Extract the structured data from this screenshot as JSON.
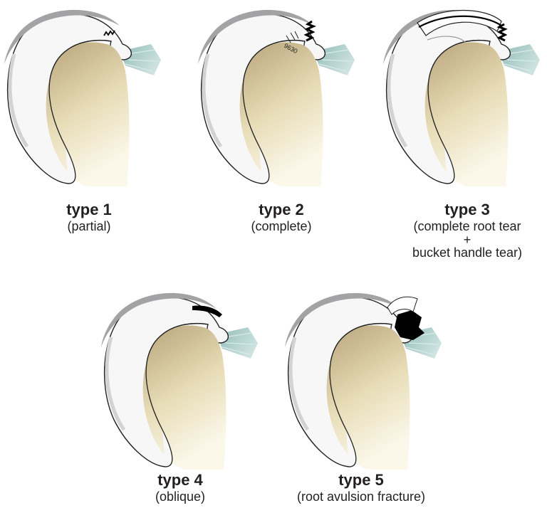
{
  "colors": {
    "meniscus_fill": "#f7f7f8",
    "meniscus_rim": "#9c9c9f",
    "tibia_dark": "#b7a37a",
    "tibia_light": "#fbf8ea",
    "ligament": "#a9cdc9",
    "tear_ink": "#000000"
  },
  "panels": [
    {
      "id": "type1",
      "title": "type 1",
      "subtitle_lines": [
        "(partial)"
      ]
    },
    {
      "id": "type2",
      "title": "type 2",
      "subtitle_lines": [
        "(complete)"
      ],
      "ruler_text": "9630"
    },
    {
      "id": "type3",
      "title": "type 3",
      "subtitle_lines": [
        "(complete root tear",
        "+",
        "bucket handle tear)"
      ]
    },
    {
      "id": "type4",
      "title": "type 4",
      "subtitle_lines": [
        "(oblique)"
      ]
    },
    {
      "id": "type5",
      "title": "type 5",
      "subtitle_lines": [
        "(root avulsion fracture)"
      ]
    }
  ]
}
